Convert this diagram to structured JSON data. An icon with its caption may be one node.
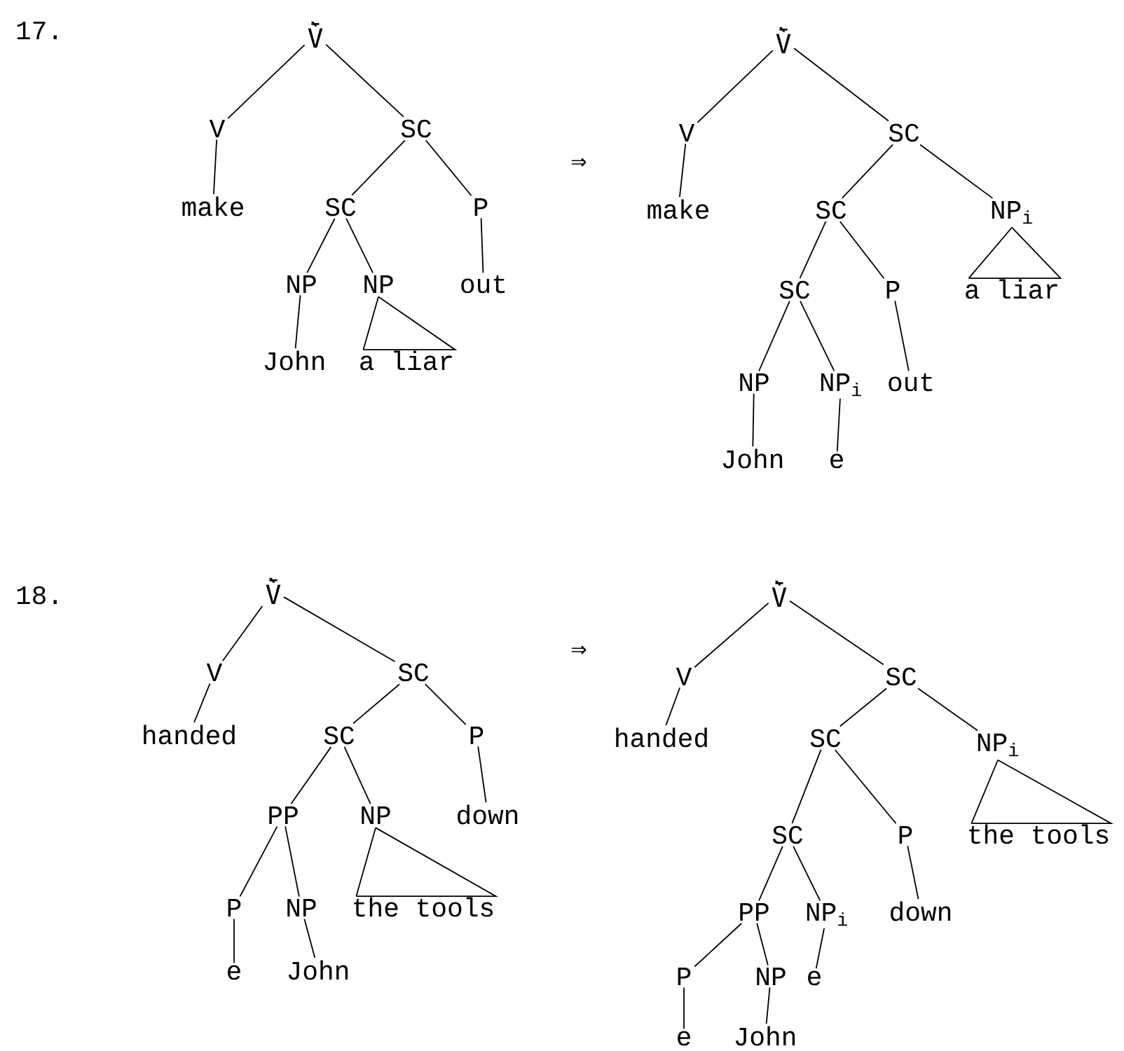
{
  "diagram": {
    "nodes": [
      {
        "text": [
          "V̄̀"
        ]
      },
      {
        "text": [
          "V"
        ]
      },
      {
        "text": [
          "SC"
        ]
      },
      {
        "text": [
          "make"
        ]
      },
      {
        "text": [
          "SC"
        ]
      },
      {
        "text": [
          "P"
        ]
      },
      {
        "text": [
          "NP"
        ]
      },
      {
        "text": [
          "NP"
        ]
      },
      {
        "text": [
          "out"
        ]
      },
      {
        "text": [
          "John"
        ]
      },
      {
        "text": [
          "a liar"
        ]
      },
      {
        "text": [
          "V̄̀"
        ]
      },
      {
        "text": [
          "V"
        ]
      },
      {
        "text": [
          "SC"
        ]
      },
      {
        "text": [
          "make"
        ]
      },
      {
        "text": [
          "SC"
        ]
      },
      {
        "text": [
          "NP$_{i}$"
        ]
      },
      {
        "text": [
          "SC"
        ]
      },
      {
        "text": [
          "P"
        ]
      },
      {
        "text": [
          "a liar"
        ]
      },
      {
        "text": [
          "NP"
        ]
      },
      {
        "text": [
          "NP$_{i}$"
        ]
      },
      {
        "text": [
          "out"
        ]
      },
      {
        "text": [
          "John"
        ]
      },
      {
        "text": [
          "e"
        ]
      },
      {
        "text": [
          "V̄̀"
        ]
      },
      {
        "text": [
          "V"
        ]
      },
      {
        "text": [
          "SC"
        ]
      },
      {
        "text": [
          "handed"
        ]
      },
      {
        "text": [
          "SC"
        ]
      },
      {
        "text": [
          "P"
        ]
      },
      {
        "text": [
          "PP"
        ]
      },
      {
        "text": [
          "NP"
        ]
      },
      {
        "text": [
          "down"
        ]
      },
      {
        "text": [
          "P"
        ]
      },
      {
        "text": [
          "NP"
        ]
      },
      {
        "text": [
          "the tools"
        ]
      },
      {
        "text": [
          "e"
        ]
      },
      {
        "text": [
          "John"
        ]
      },
      {
        "text": [
          "V̄̀"
        ]
      },
      {
        "text": [
          "V"
        ]
      },
      {
        "text": [
          "SC"
        ]
      },
      {
        "text": [
          "handed"
        ]
      },
      {
        "text": [
          "SC"
        ]
      },
      {
        "text": [
          "NP$_{i}$"
        ]
      },
      {
        "text": [
          "SC"
        ]
      },
      {
        "text": [
          "P"
        ]
      },
      {
        "text": [
          "the tools"
        ]
      },
      {
        "text": [
          "PP"
        ]
      },
      {
        "text": [
          "NP$_{i}$"
        ]
      },
      {
        "text": [
          "down"
        ]
      },
      {
        "text": [
          "P"
        ]
      },
      {
        "text": [
          "NP"
        ]
      },
      {
        "text": [
          "e"
        ]
      },
      {
        "text": [
          "e"
        ]
      },
      {
        "text": [
          "John"
        ]
      }
    ],
    "edges": [
      {
        "from": 0,
        "to": 1,
        "arrow": "none"
      },
      {
        "from": 0,
        "to": 2,
        "arrow": "none"
      },
      {
        "from": 1,
        "to": 3,
        "arrow": "none"
      },
      {
        "from": 2,
        "to": 4,
        "arrow": "none"
      },
      {
        "from": 2,
        "to": 5,
        "arrow": "none"
      },
      {
        "from": 4,
        "to": 6,
        "arrow": "none"
      },
      {
        "from": 4,
        "to": 7,
        "arrow": "none"
      },
      {
        "from": 5,
        "to": 8,
        "arrow": "none"
      },
      {
        "from": 6,
        "to": 9,
        "arrow": "none"
      },
      {
        "from": 7,
        "to": 10,
        "arrow": "none"
      },
      {
        "from": 11,
        "to": 12,
        "arrow": "none"
      },
      {
        "from": 11,
        "to": 13,
        "arrow": "none"
      },
      {
        "from": 12,
        "to": 14,
        "arrow": "none"
      },
      {
        "from": 13,
        "to": 15,
        "arrow": "none"
      },
      {
        "from": 13,
        "to": 16,
        "arrow": "none"
      },
      {
        "from": 15,
        "to": 17,
        "arrow": "none"
      },
      {
        "from": 15,
        "to": 18,
        "arrow": "none"
      },
      {
        "from": 16,
        "to": 19,
        "arrow": "none"
      },
      {
        "from": 17,
        "to": 20,
        "arrow": "none"
      },
      {
        "from": 17,
        "to": 21,
        "arrow": "none"
      },
      {
        "from": 18,
        "to": 22,
        "arrow": "none"
      },
      {
        "from": 20,
        "to": 23,
        "arrow": "none"
      },
      {
        "from": 21,
        "to": 24,
        "arrow": "none"
      },
      {
        "from": 25,
        "to": 26,
        "arrow": "none"
      },
      {
        "from": 25,
        "to": 27,
        "arrow": "none"
      },
      {
        "from": 26,
        "to": 28,
        "arrow": "none"
      },
      {
        "from": 27,
        "to": 29,
        "arrow": "none"
      },
      {
        "from": 27,
        "to": 30,
        "arrow": "none"
      },
      {
        "from": 29,
        "to": 31,
        "arrow": "none"
      },
      {
        "from": 29,
        "to": 32,
        "arrow": "none"
      },
      {
        "from": 30,
        "to": 33,
        "arrow": "none"
      },
      {
        "from": 31,
        "to": 34,
        "arrow": "none"
      },
      {
        "from": 31,
        "to": 35,
        "arrow": "none"
      },
      {
        "from": 32,
        "to": 36,
        "arrow": "none"
      },
      {
        "from": 34,
        "to": 37,
        "arrow": "none"
      },
      {
        "from": 35,
        "to": 38,
        "arrow": "none"
      },
      {
        "from": 39,
        "to": 40,
        "arrow": "none"
      },
      {
        "from": 39,
        "to": 41,
        "arrow": "none"
      },
      {
        "from": 40,
        "to": 42,
        "arrow": "none"
      },
      {
        "from": 41,
        "to": 43,
        "arrow": "none"
      },
      {
        "from": 41,
        "to": 44,
        "arrow": "none"
      },
      {
        "from": 43,
        "to": 45,
        "arrow": "none"
      },
      {
        "from": 43,
        "to": 46,
        "arrow": "none"
      },
      {
        "from": 44,
        "to": 47,
        "arrow": "none"
      },
      {
        "from": 45,
        "to": 48,
        "arrow": "none"
      },
      {
        "from": 45,
        "to": 49,
        "arrow": "none"
      },
      {
        "from": 46,
        "to": 50,
        "arrow": "none"
      },
      {
        "from": 48,
        "to": 51,
        "arrow": "none"
      },
      {
        "from": 48,
        "to": 52,
        "arrow": "none"
      },
      {
        "from": 49,
        "to": 53,
        "arrow": "none"
      },
      {
        "from": 51,
        "to": 54,
        "arrow": "none"
      },
      {
        "from": 52,
        "to": 55,
        "arrow": "none"
      }
    ],
    "labels": [
      "17.",
      "⇒",
      "18.",
      "⇒"
    ]
  }
}
